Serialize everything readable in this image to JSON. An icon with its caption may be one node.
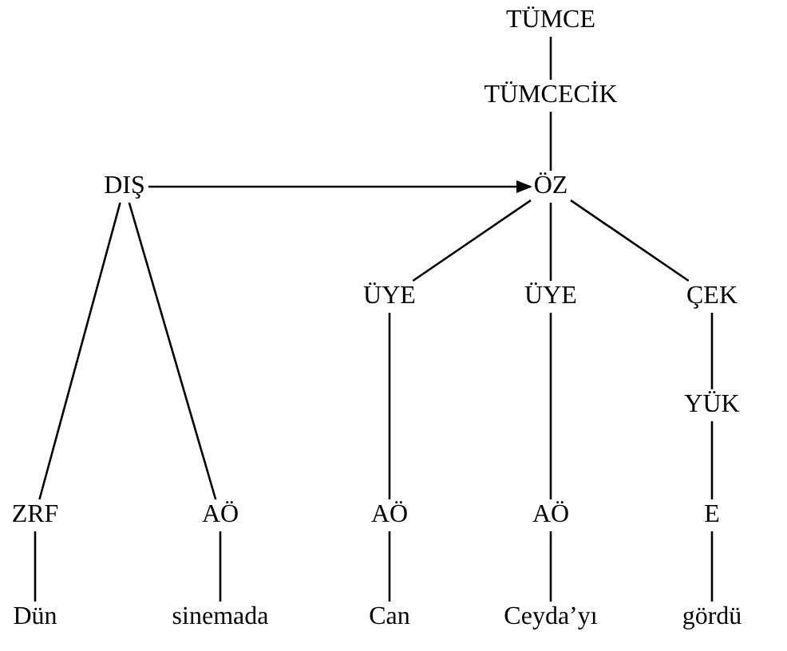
{
  "diagram": {
    "nodes": [
      {
        "text": [
          "TÜMCE"
        ]
      },
      {
        "text": [
          "TÜMCECİK"
        ]
      },
      {
        "text": [
          "DIŞ"
        ]
      },
      {
        "text": [
          "ÖZ"
        ]
      },
      {
        "text": [
          "ÜYE"
        ]
      },
      {
        "text": [
          "ÜYE"
        ]
      },
      {
        "text": [
          "ÇEK"
        ]
      },
      {
        "text": [
          "YÜK"
        ]
      },
      {
        "text": [
          "ZRF"
        ]
      },
      {
        "text": [
          "AÖ"
        ]
      },
      {
        "text": [
          "AÖ"
        ]
      },
      {
        "text": [
          "AÖ"
        ]
      },
      {
        "text": [
          "E"
        ]
      },
      {
        "text": [
          "Dün"
        ]
      },
      {
        "text": [
          "sinemada"
        ]
      },
      {
        "text": [
          "Can"
        ]
      },
      {
        "text": [
          "Ceyda’yı"
        ]
      },
      {
        "text": [
          "gördü"
        ]
      }
    ],
    "edges": [
      {
        "from": 0,
        "to": 1,
        "arrow": "none"
      },
      {
        "from": 1,
        "to": 3,
        "arrow": "none"
      },
      {
        "from": 2,
        "to": 3,
        "arrow": "to"
      },
      {
        "from": 2,
        "to": 8,
        "arrow": "none"
      },
      {
        "from": 2,
        "to": 9,
        "arrow": "none"
      },
      {
        "from": 3,
        "to": 4,
        "arrow": "none"
      },
      {
        "from": 3,
        "to": 5,
        "arrow": "none"
      },
      {
        "from": 3,
        "to": 6,
        "arrow": "none"
      },
      {
        "from": 4,
        "to": 10,
        "arrow": "none"
      },
      {
        "from": 5,
        "to": 11,
        "arrow": "none"
      },
      {
        "from": 6,
        "to": 7,
        "arrow": "none"
      },
      {
        "from": 7,
        "to": 12,
        "arrow": "none"
      },
      {
        "from": 8,
        "to": 13,
        "arrow": "none"
      },
      {
        "from": 9,
        "to": 14,
        "arrow": "none"
      },
      {
        "from": 10,
        "to": 15,
        "arrow": "none"
      },
      {
        "from": 11,
        "to": 16,
        "arrow": "none"
      },
      {
        "from": 12,
        "to": 17,
        "arrow": "none"
      }
    ]
  }
}
